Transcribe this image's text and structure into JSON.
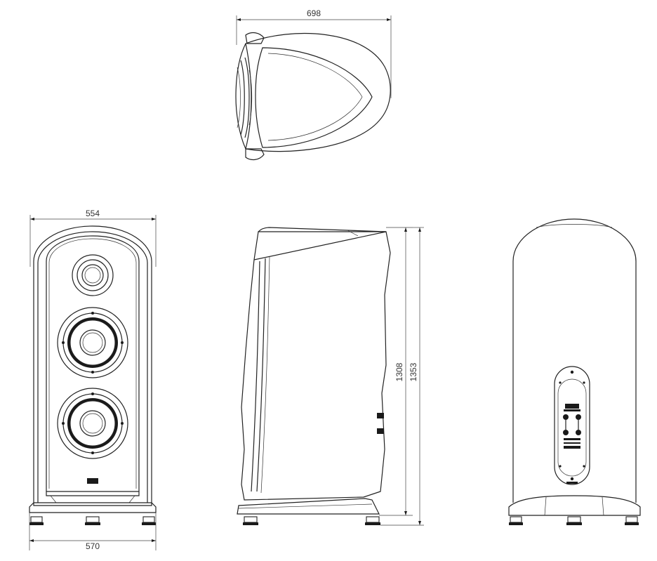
{
  "dimensions": {
    "top_depth": "698",
    "front_width": "554",
    "base_width": "570",
    "side_height_body": "1308",
    "side_height_total": "1353"
  },
  "colors": {
    "line": "#222222",
    "background": "#ffffff"
  }
}
